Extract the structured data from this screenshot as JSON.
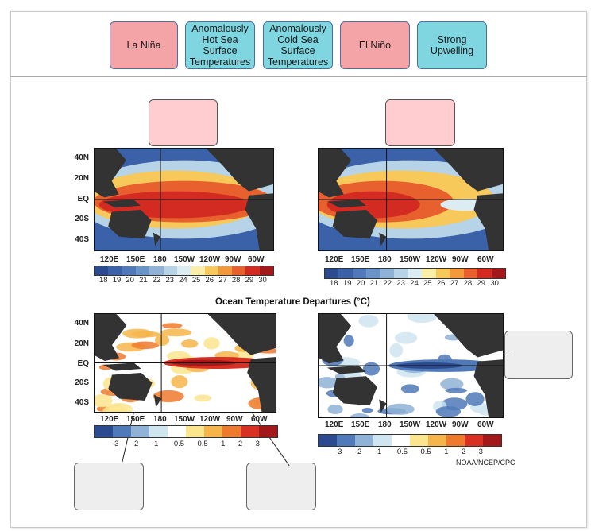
{
  "tiles": [
    {
      "label": "La Niña",
      "color": "#f4a3a6"
    },
    {
      "label": "Anomalously\nHot Sea\nSurface\nTemperatures",
      "color": "#7fd5e0"
    },
    {
      "label": "Anomalously\nCold Sea\nSurface\nTemperatures",
      "color": "#7fd5e0"
    },
    {
      "label": "El Niño",
      "color": "#f4a3a6"
    },
    {
      "label": "Strong\nUpwelling",
      "color": "#7fd5e0"
    }
  ],
  "maps": {
    "lat_labels": [
      "40N",
      "20N",
      "EQ",
      "20S",
      "40S"
    ],
    "lon_labels": [
      "120E",
      "150E",
      "180",
      "150W",
      "120W",
      "90W",
      "60W"
    ],
    "temp_scale": [
      "18",
      "19",
      "20",
      "21",
      "22",
      "23",
      "24",
      "25",
      "26",
      "27",
      "28",
      "29",
      "30"
    ],
    "anomaly_scale": [
      "-3",
      "-2",
      "-1",
      "-0.5",
      "0.5",
      "1",
      "2",
      "3"
    ],
    "anomaly_title": "Ocean Temperature Departures (°C)",
    "credit": "NOAA/NCEP/CPC"
  },
  "colors": {
    "temp_ramp": [
      "#2b4a8f",
      "#3b62a8",
      "#4f79b9",
      "#6a93c7",
      "#8fb2d6",
      "#b6d3e8",
      "#dcecf3",
      "#fbeea8",
      "#f7c85a",
      "#f29a3b",
      "#e8602d",
      "#d32a22",
      "#a3181a"
    ],
    "anomaly_ramp": [
      "#2b4a8f",
      "#4f79b9",
      "#8fb2d6",
      "#cfe5f0",
      "#ffffff",
      "#fbe58f",
      "#f6b54a",
      "#ee7a2e",
      "#d93024",
      "#a3181a"
    ],
    "land": "#333333"
  }
}
